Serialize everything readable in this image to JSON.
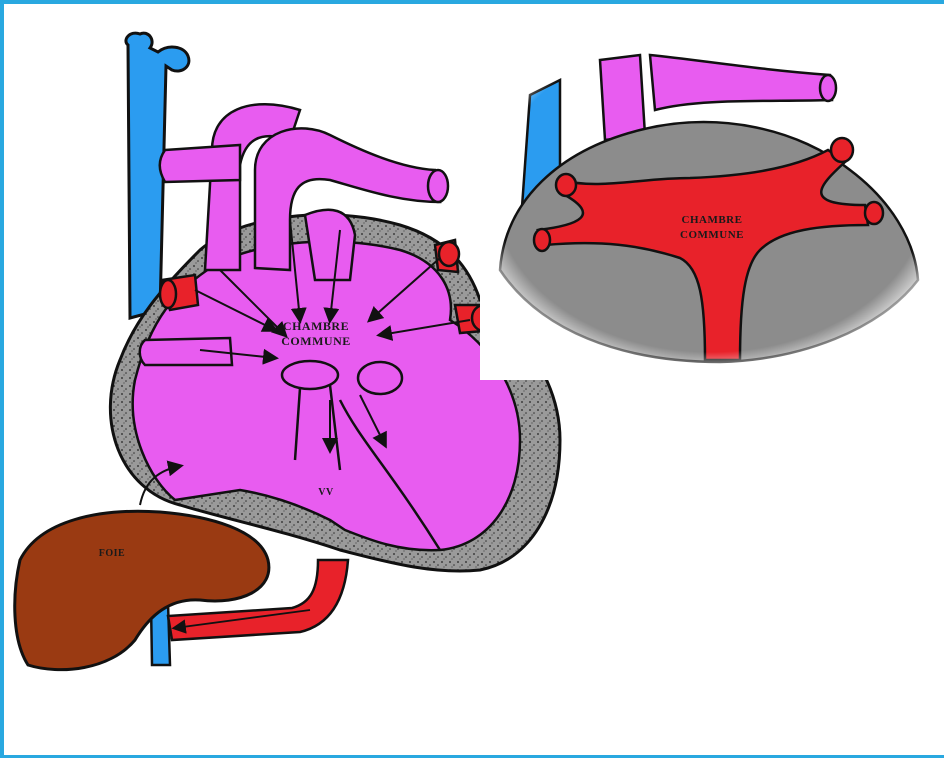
{
  "labels": {
    "heart_chamber_line1": "CHAMBRE",
    "heart_chamber_line2": "COMMUNE",
    "ventricle_abbrev": "VV",
    "liver": "FOIE",
    "inset_chamber_line1": "CHAMBRE",
    "inset_chamber_line2": "COMMUNE"
  },
  "colors": {
    "frame": "#29a8e0",
    "venous_blue": "#2b9cf0",
    "mixed_magenta": "#e85cf0",
    "arterial_red": "#e8222a",
    "myocardium_gray": "#8a8a8a",
    "liver_brown": "#9a3a12",
    "outline": "#111111"
  }
}
